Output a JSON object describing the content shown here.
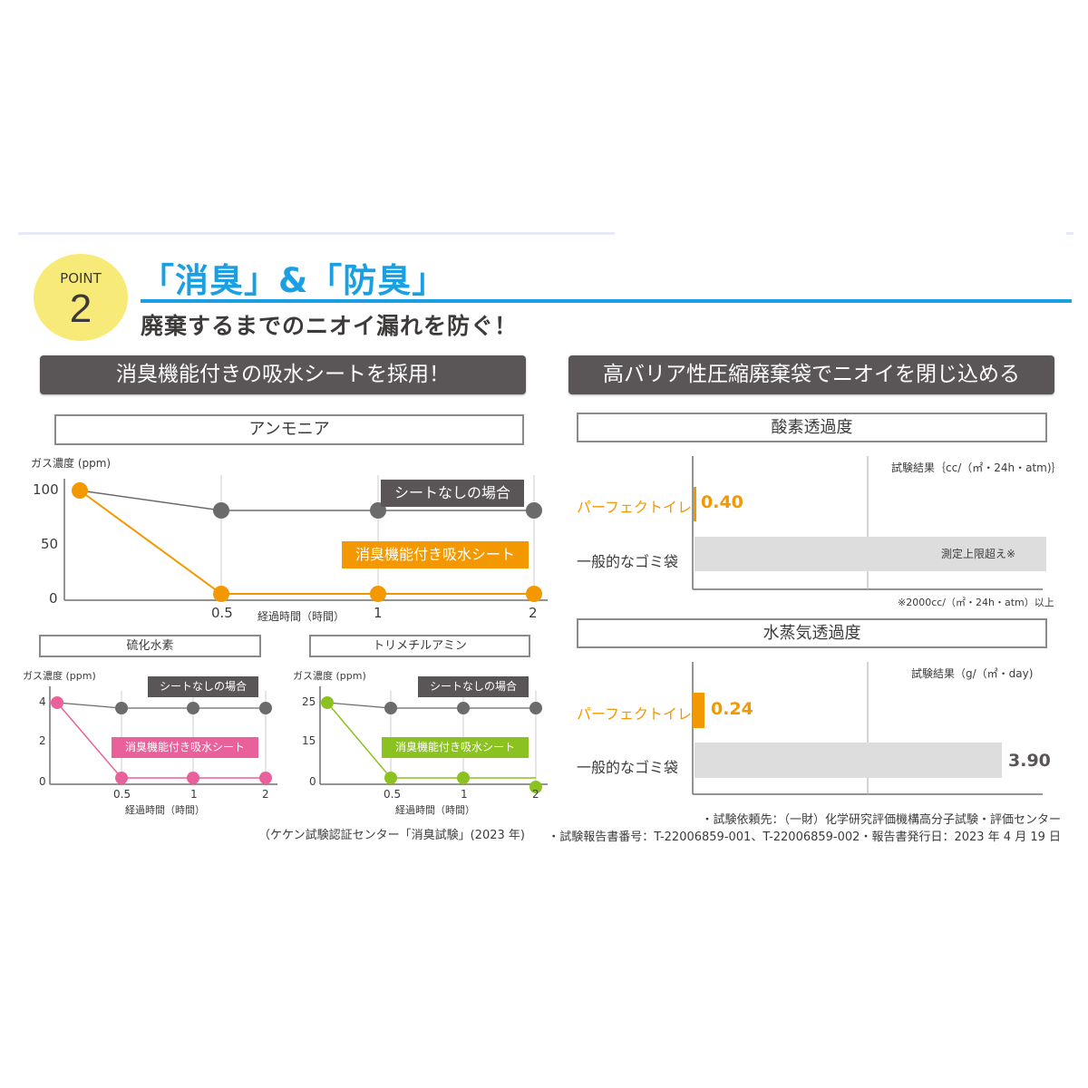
{
  "header": {
    "point_label": "POINT",
    "point_number": "2",
    "title": "「消臭」&「防臭」",
    "subtitle": "廃棄するまでのニオイ漏れを防ぐ！"
  },
  "left_section": {
    "banner": "消臭機能付きの吸水シートを採用！",
    "source_note": "（ケケン試験認証センター「消臭試験」(2023 年)"
  },
  "right_section": {
    "banner": "高バリア性圧縮廃棄袋でニオイを閉じ込める",
    "footnote_line1": "・試験依頼先：（一財）化学研究評価機構高分子試験・評価センター",
    "footnote_line2": "・試験報告書番号：T-22006859-001、T-22006859-002・報告書発行日：2023 年 4 月 19 日"
  },
  "colors": {
    "accent_blue": "#1aa0e2",
    "badge_yellow": "#f8ea79",
    "banner_gray": "#5a5657",
    "orange": "#f39800",
    "pink": "#e9609a",
    "green": "#8cc21f",
    "series_gray": "#6b6b6b",
    "bar_gray": "#dddddd"
  },
  "chart_data": [
    {
      "type": "line",
      "title": "アンモニア",
      "ylabel": "ガス濃度 (ppm)",
      "xlabel": "経過時間（時間）",
      "categories": [
        "0",
        "0.5",
        "1",
        "2"
      ],
      "x_tick_labels": [
        "0.5",
        "1",
        "2"
      ],
      "y_ticks": [
        "100",
        "50",
        "0"
      ],
      "ylim": [
        0,
        100
      ],
      "series": [
        {
          "name": "シートなしの場合",
          "color": "#6b6b6b",
          "values": [
            100,
            80,
            80,
            80
          ]
        },
        {
          "name": "消臭機能付き吸水シート",
          "color": "#f39800",
          "values": [
            100,
            4,
            4,
            4
          ]
        }
      ]
    },
    {
      "type": "line",
      "title": "硫化水素",
      "ylabel": "ガス濃度 (ppm)",
      "xlabel": "経過時間（時間）",
      "categories": [
        "0",
        "0.5",
        "1",
        "2"
      ],
      "x_tick_labels": [
        "0.5",
        "1",
        "2"
      ],
      "y_ticks": [
        "4",
        "2",
        "0"
      ],
      "ylim": [
        0,
        4
      ],
      "series": [
        {
          "name": "シートなしの場合",
          "color": "#6b6b6b",
          "values": [
            4,
            3.7,
            3.7,
            3.7
          ]
        },
        {
          "name": "消臭機能付き吸水シート",
          "color": "#e9609a",
          "values": [
            4,
            0.2,
            0.2,
            0.2
          ]
        }
      ]
    },
    {
      "type": "line",
      "title": "トリメチルアミン",
      "ylabel": "ガス濃度 (ppm)",
      "xlabel": "経過時間（時間）",
      "categories": [
        "0",
        "0.5",
        "1",
        "2"
      ],
      "x_tick_labels": [
        "0.5",
        "1",
        "2"
      ],
      "y_ticks": [
        "25",
        "15",
        "0"
      ],
      "ylim": [
        0,
        25
      ],
      "series": [
        {
          "name": "シートなしの場合",
          "color": "#6b6b6b",
          "values": [
            25,
            23.5,
            23.5,
            23.5
          ]
        },
        {
          "name": "消臭機能付き吸水シート",
          "color": "#8cc21f",
          "values": [
            25,
            1.5,
            1.5,
            0
          ]
        }
      ]
    },
    {
      "type": "bar",
      "title": "酸素透過度",
      "unit_label": "試験結果｛cc/（㎡・24h・atm)｝",
      "categories": [
        "パーフェクトイレ",
        "一般的なゴミ袋"
      ],
      "values": [
        0.4,
        2000
      ],
      "value_labels": [
        "0.40",
        "測定上限超え※"
      ],
      "note": "※2000cc/（㎡・24h・atm）以上"
    },
    {
      "type": "bar",
      "title": "水蒸気透過度",
      "unit_label": "試験結果（g/（㎡・day)",
      "categories": [
        "パーフェクトイレ",
        "一般的なゴミ袋"
      ],
      "values": [
        0.24,
        3.9
      ],
      "value_labels": [
        "0.24",
        "3.90"
      ]
    }
  ]
}
